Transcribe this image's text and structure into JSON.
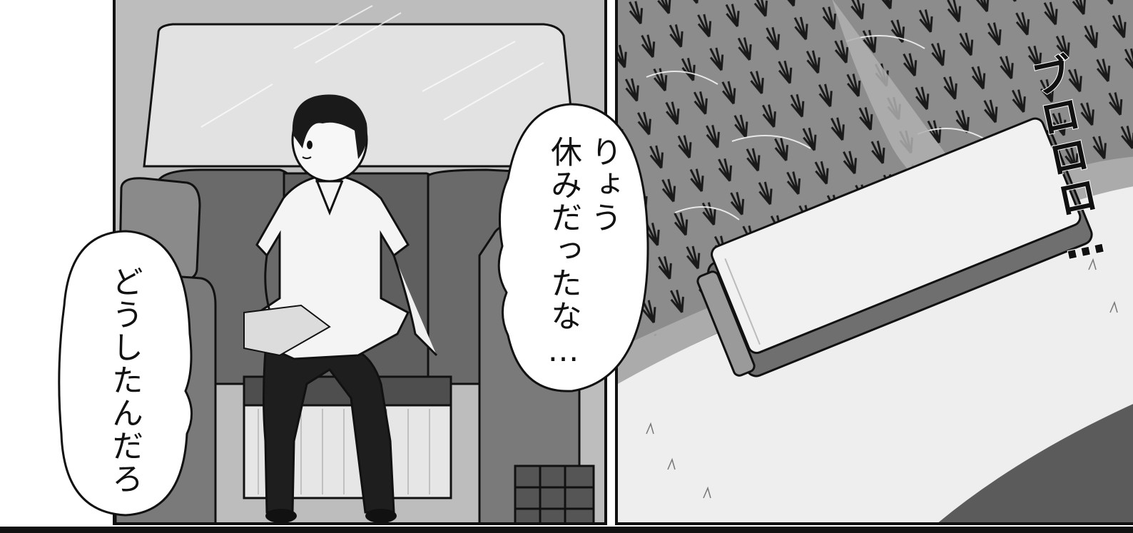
{
  "left_panel": {
    "balloon_right": {
      "lines": [
        "りょう",
        "休みだったな…"
      ]
    },
    "balloon_left": {
      "lines": [
        "どうしたんだろ"
      ]
    }
  },
  "right_panel": {
    "sound_effect": "ブロロロ…"
  },
  "colors": {
    "ink": "#111111",
    "paper": "#ffffff",
    "bus_interior": "#bdbdbd",
    "field": "#8c8c8c"
  }
}
